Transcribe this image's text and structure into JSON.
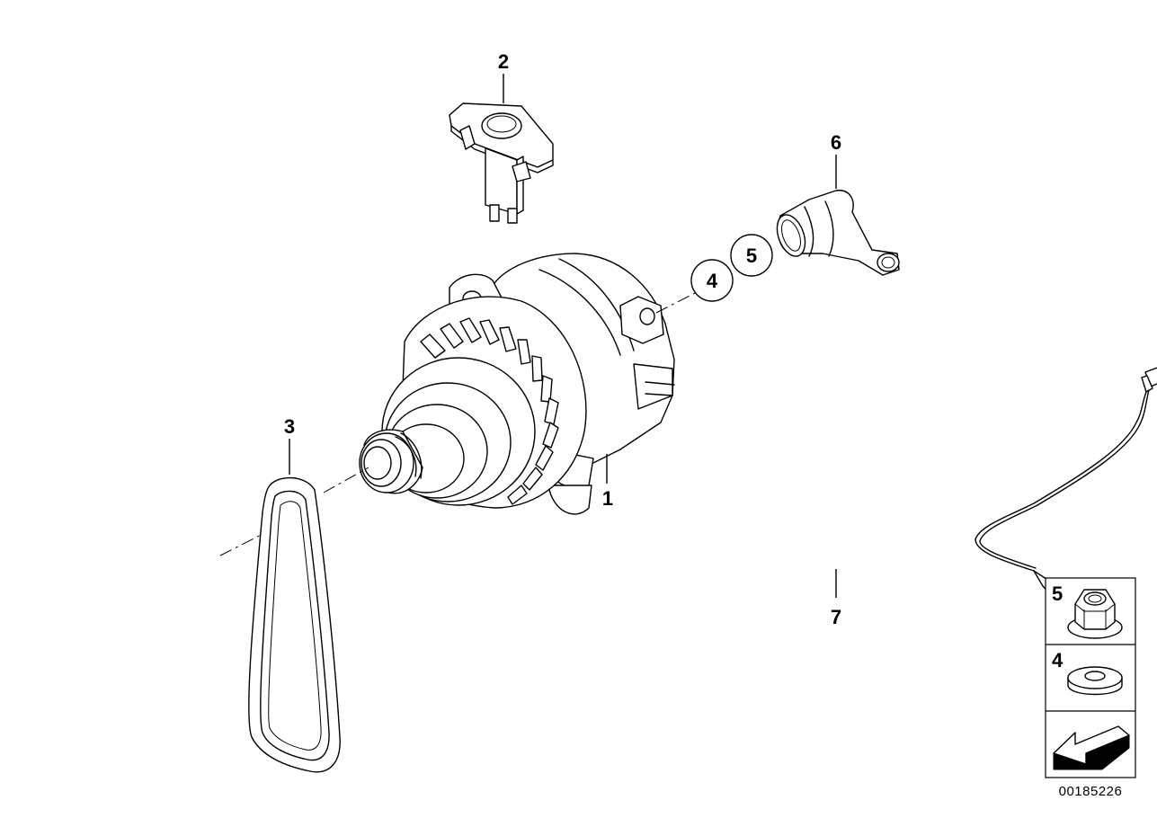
{
  "callouts": {
    "c1": "1",
    "c2": "2",
    "c3": "3",
    "c4": "4",
    "c5": "5",
    "c6": "6",
    "c7": "7"
  },
  "legend": {
    "item_top_number": "5",
    "item_middle_number": "4"
  },
  "diagram_id": "00185226",
  "icons": {
    "legend_top": "flange-nut-icon",
    "legend_middle": "washer-icon",
    "legend_bottom": "back-arrow-icon"
  }
}
